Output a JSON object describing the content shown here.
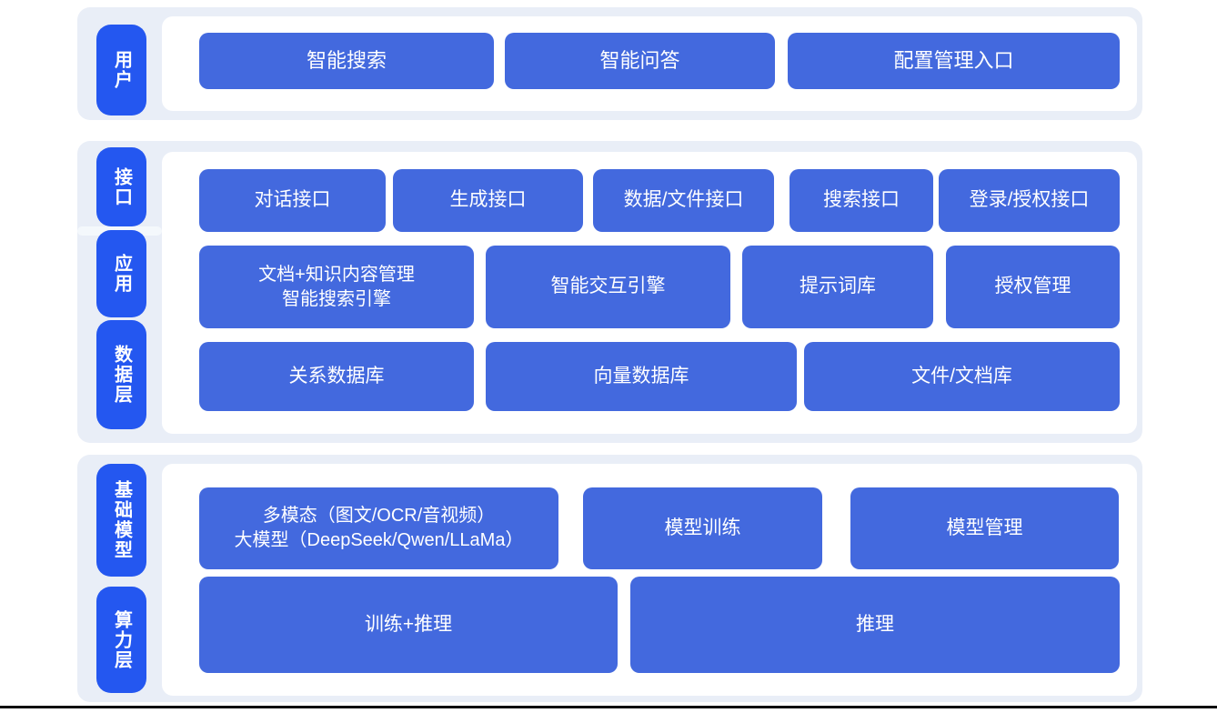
{
  "diagram_title": "AI platform layered architecture",
  "colors": {
    "band_background": "#e9eef7",
    "tab_blue": "#2457f0",
    "node_blue": "#4369de",
    "panel_white": "#ffffff",
    "text_white": "#ffffff",
    "bottom_rule": "#0d0d0d"
  },
  "sections": [
    {
      "tabs": [
        "用户"
      ],
      "rows": [
        {
          "buttons": [
            "智能搜索",
            "智能问答",
            "配置管理入口"
          ]
        }
      ]
    },
    {
      "tabs": [
        "接口",
        "应用",
        "数据层"
      ],
      "rows": [
        {
          "buttons": [
            "对话接口",
            "生成接口",
            "数据/文件接口",
            "搜索接口",
            "登录/授权接口"
          ]
        },
        {
          "buttons": [
            "文档+知识内容管理\n智能搜索引擎",
            "智能交互引擎",
            "提示词库",
            "授权管理"
          ]
        },
        {
          "buttons": [
            "关系数据库",
            "向量数据库",
            "文件/文档库"
          ]
        }
      ]
    },
    {
      "tabs": [
        "基础模型",
        "算力层"
      ],
      "rows": [
        {
          "buttons": [
            "多模态（图文/OCR/音视频）\n大模型（DeepSeek/Qwen/LLaMa）",
            "模型训练",
            "模型管理"
          ]
        },
        {
          "buttons": [
            "训练+推理",
            "推理"
          ]
        }
      ]
    }
  ]
}
